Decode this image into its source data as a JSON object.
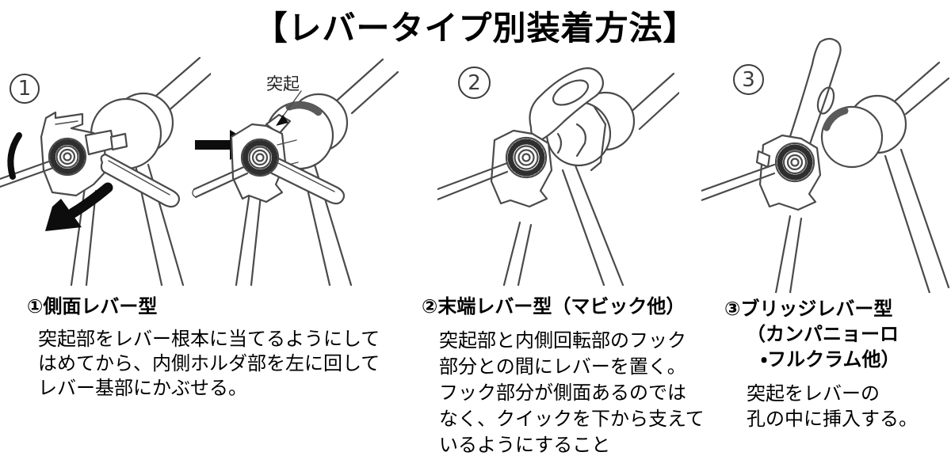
{
  "title": "【レバータイプ別装着方法】",
  "figures": {
    "fig1": {
      "number": "1"
    },
    "fig2": {
      "label": "突起"
    },
    "fig3": {
      "number": "2"
    },
    "fig4": {
      "number": "3"
    }
  },
  "sections": [
    {
      "heading": "①側面レバー型",
      "body": [
        "突起部をレバー根本に当てるようにして",
        "はめてから、内側ホルダ部を左に回して",
        "レバー基部にかぶせる。"
      ]
    },
    {
      "heading": "②末端レバー型（マビック他）",
      "body": [
        "突起部と内側回転部のフック",
        "部分との間にレバーを置く。",
        "フック部分が側面あるのでは",
        "なく、クイックを下から支えて",
        "いるようにすること"
      ]
    },
    {
      "heading_lines": [
        "③ブリッジレバー型",
        "（カンパニョーロ",
        "・フルクラム他）"
      ],
      "body": [
        "突起をレバーの",
        "孔の中に挿入する。"
      ]
    }
  ]
}
